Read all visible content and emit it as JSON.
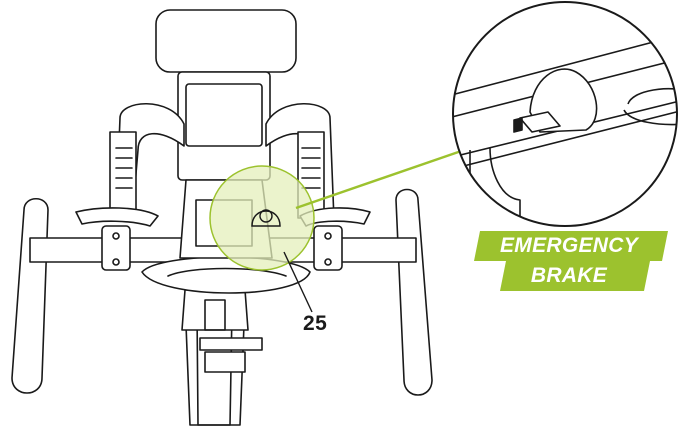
{
  "diagram": {
    "part_number": "25",
    "callout": {
      "line1": "EMERGENCY",
      "line2": "BRAKE"
    },
    "colors": {
      "accent": "#9cc22e",
      "highlight_fill": "#e4efbb",
      "outline": "#1a1a1a",
      "label_text": "#ffffff"
    },
    "icons": [
      "bike-handlebar-illustration",
      "magnifier-detail-circle",
      "emergency-brake-knob"
    ]
  }
}
